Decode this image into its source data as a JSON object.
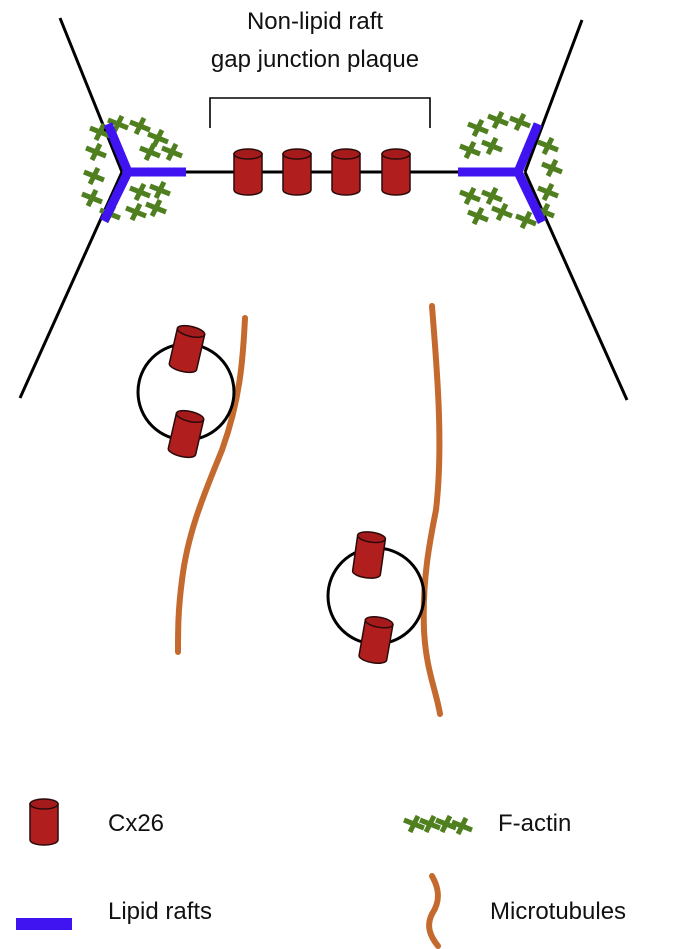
{
  "diagram": {
    "plaque_label_line1": "Non-lipid raft",
    "plaque_label_line2": "gap junction plaque"
  },
  "legend": {
    "cx26": "Cx26",
    "lipid_rafts": "Lipid rafts",
    "f_actin": "F-actin",
    "microtubules": "Microtubules"
  },
  "colors": {
    "connexon": "#b01e1e",
    "connexon_dark": "#8a1414",
    "connexon_cap": "#e3a6a6",
    "lipid_raft": "#3f14f0",
    "f_actin": "#4f7f1f",
    "microtubule": "#c46a2e",
    "membrane": "#000000"
  }
}
